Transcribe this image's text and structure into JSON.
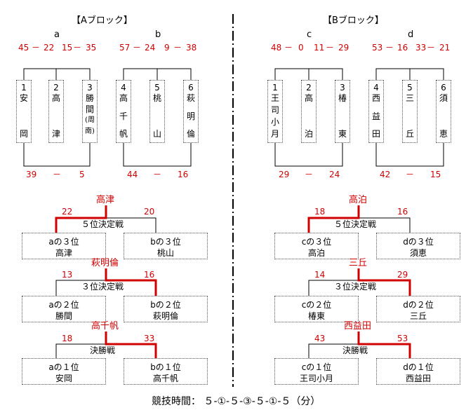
{
  "blocks": {
    "A": {
      "title": "【Aブロック】",
      "groups": {
        "a": {
          "name": "a",
          "scores": [
            "45",
            "－",
            "22",
            "15",
            "－",
            "35"
          ],
          "bottom": [
            "39",
            "－",
            "5"
          ]
        },
        "b": {
          "name": "b",
          "scores": [
            "57",
            "－",
            "24",
            "9",
            "－",
            "38"
          ],
          "bottom": [
            "44",
            "－",
            "16"
          ]
        }
      }
    },
    "B": {
      "title": "【Bブロック】",
      "groups": {
        "c": {
          "name": "c",
          "scores": [
            "48",
            "－",
            "0",
            "11",
            "－",
            "29"
          ],
          "bottom": [
            "29",
            "－",
            "24"
          ]
        },
        "d": {
          "name": "d",
          "scores": [
            "53",
            "－",
            "16",
            "33",
            "－",
            "21"
          ],
          "bottom": [
            "42",
            "－",
            "15"
          ]
        }
      }
    }
  },
  "teams": {
    "A": [
      {
        "num": "1",
        "chars": [
          "安",
          "岡"
        ]
      },
      {
        "num": "2",
        "chars": [
          "高",
          "津"
        ]
      },
      {
        "num": "3",
        "chars": [
          "勝",
          "間",
          "(周",
          "南)"
        ]
      },
      {
        "num": "4",
        "chars": [
          "高",
          "千",
          "帆"
        ]
      },
      {
        "num": "5",
        "chars": [
          "桃",
          "山"
        ]
      },
      {
        "num": "6",
        "chars": [
          "萩",
          "明",
          "倫"
        ]
      }
    ],
    "B": [
      {
        "num": "1",
        "chars": [
          "王",
          "司",
          "小",
          "月"
        ]
      },
      {
        "num": "2",
        "chars": [
          "高",
          "泊"
        ]
      },
      {
        "num": "3",
        "chars": [
          "椿",
          "東"
        ]
      },
      {
        "num": "4",
        "chars": [
          "西",
          "益",
          "田"
        ]
      },
      {
        "num": "5",
        "chars": [
          "三",
          "丘"
        ]
      },
      {
        "num": "6",
        "chars": [
          "須",
          "恵"
        ]
      }
    ]
  },
  "finals": {
    "A": [
      {
        "winner": "高津",
        "left_score": "22",
        "right_score": "20",
        "label": "５位決定戦",
        "left": {
          "rank": "aの３位",
          "team": "高津"
        },
        "right": {
          "rank": "bの３位",
          "team": "桃山"
        }
      },
      {
        "winner": "萩明倫",
        "left_score": "13",
        "right_score": "16",
        "label": "３位決定戦",
        "left": {
          "rank": "aの２位",
          "team": "勝間"
        },
        "right": {
          "rank": "bの２位",
          "team": "萩明倫"
        }
      },
      {
        "winner": "高千帆",
        "left_score": "18",
        "right_score": "33",
        "label": "決勝戦",
        "left": {
          "rank": "aの１位",
          "team": "安岡"
        },
        "right": {
          "rank": "bの１位",
          "team": "高千帆"
        }
      }
    ],
    "B": [
      {
        "winner": "高泊",
        "left_score": "18",
        "right_score": "16",
        "label": "５位決定戦",
        "left": {
          "rank": "cの３位",
          "team": "高泊"
        },
        "right": {
          "rank": "dの３位",
          "team": "須恵"
        }
      },
      {
        "winner": "三丘",
        "left_score": "14",
        "right_score": "29",
        "label": "３位決定戦",
        "left": {
          "rank": "cの２位",
          "team": "椿東"
        },
        "right": {
          "rank": "dの２位",
          "team": "三丘"
        }
      },
      {
        "winner": "西益田",
        "left_score": "43",
        "right_score": "53",
        "label": "決勝戦",
        "left": {
          "rank": "cの１位",
          "team": "王司小月"
        },
        "right": {
          "rank": "dの１位",
          "team": "西益田"
        }
      }
    ]
  },
  "footer": "競技時間： ５-①-５-③-５-①-５（分）",
  "colors": {
    "accent": "#d00000",
    "line": "#000000"
  }
}
